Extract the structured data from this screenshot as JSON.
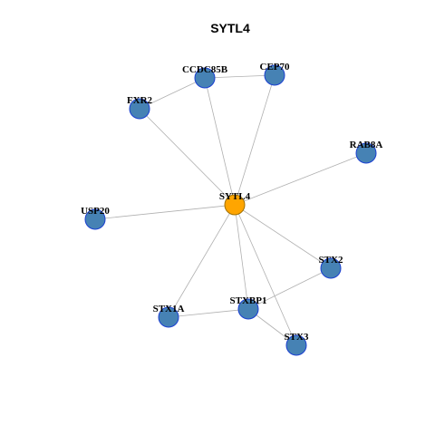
{
  "title": "SYTL4",
  "colors": {
    "center_fill": "#FFA500",
    "center_stroke": "#A07000",
    "node_fill": "#4682B4",
    "node_stroke": "#1a3fd1",
    "edge": "#b0b0b0"
  },
  "nodes": [
    {
      "id": "SYTL4",
      "label": "SYTL4",
      "center": true
    },
    {
      "id": "CCDC85B",
      "label": "CCDC85B"
    },
    {
      "id": "CEP70",
      "label": "CEP70"
    },
    {
      "id": "FXR2",
      "label": "FXR2"
    },
    {
      "id": "RAB8A",
      "label": "RAB8A"
    },
    {
      "id": "USP20",
      "label": "USP20"
    },
    {
      "id": "STX2",
      "label": "STX2"
    },
    {
      "id": "STXBP1",
      "label": "STXBP1"
    },
    {
      "id": "STX1A",
      "label": "STX1A"
    },
    {
      "id": "STX3",
      "label": "STX3"
    }
  ],
  "edges": [
    [
      "SYTL4",
      "CCDC85B"
    ],
    [
      "SYTL4",
      "CEP70"
    ],
    [
      "SYTL4",
      "FXR2"
    ],
    [
      "SYTL4",
      "RAB8A"
    ],
    [
      "SYTL4",
      "USP20"
    ],
    [
      "SYTL4",
      "STX2"
    ],
    [
      "SYTL4",
      "STXBP1"
    ],
    [
      "SYTL4",
      "STX1A"
    ],
    [
      "SYTL4",
      "STX3"
    ],
    [
      "CCDC85B",
      "CEP70"
    ],
    [
      "CCDC85B",
      "FXR2"
    ],
    [
      "STXBP1",
      "STX1A"
    ],
    [
      "STXBP1",
      "STX2"
    ],
    [
      "STXBP1",
      "STX3"
    ]
  ]
}
